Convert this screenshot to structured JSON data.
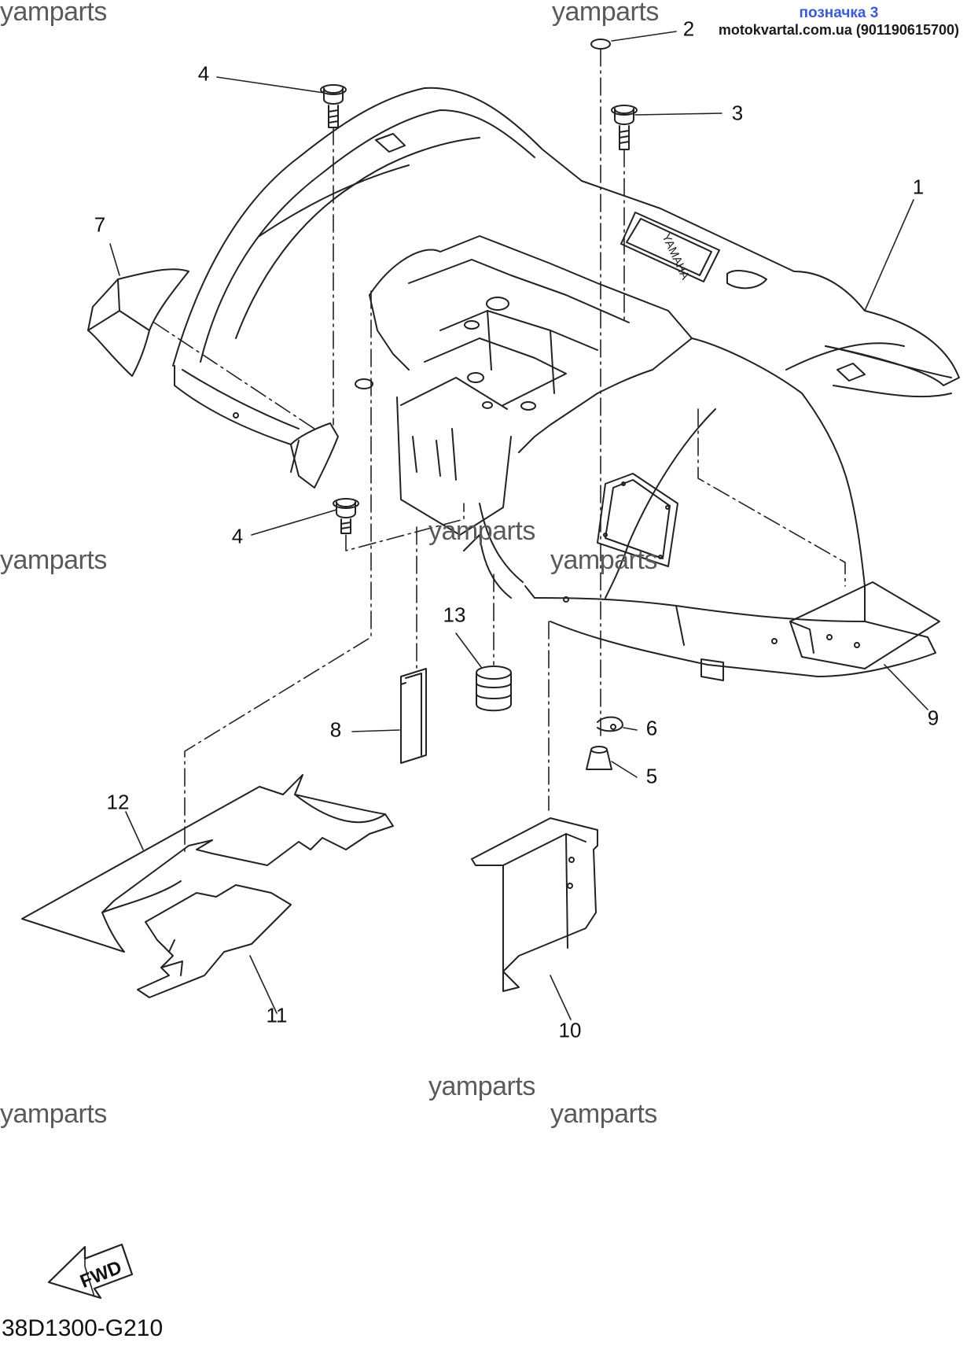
{
  "watermark_text": "yamparts",
  "reference_tag": {
    "line1": "позначка 3",
    "line2": "motokvartal.com.ua (901190615700)",
    "line1_color": "#3b5bd6"
  },
  "diagram_code": "38D1300-G210",
  "fwd_label": "FWD",
  "callouts": {
    "c1": "1",
    "c2": "2",
    "c3": "3",
    "c4a": "4",
    "c4b": "4",
    "c5": "5",
    "c6": "6",
    "c7": "7",
    "c8": "8",
    "c9": "9",
    "c10": "10",
    "c11": "11",
    "c12": "12",
    "c13": "13"
  }
}
